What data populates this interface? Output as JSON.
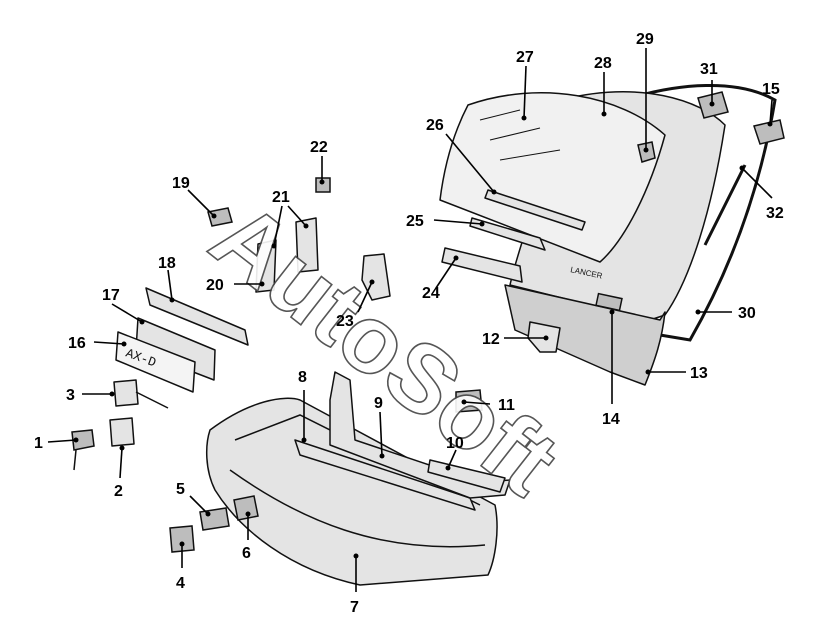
{
  "watermark": "AutoSoft",
  "plate_text": "AX-D",
  "model_badge": "LANCER",
  "callouts": {
    "c1": "1",
    "c2": "2",
    "c3": "3",
    "c4": "4",
    "c5": "5",
    "c6": "6",
    "c7": "7",
    "c8": "8",
    "c9": "9",
    "c10": "10",
    "c11": "11",
    "c12": "12",
    "c13": "13",
    "c14": "14",
    "c15": "15",
    "c16": "16",
    "c17": "17",
    "c18": "18",
    "c19": "19",
    "c20": "20",
    "c21": "21",
    "c22": "22",
    "c23": "23",
    "c24": "24",
    "c25": "25",
    "c26": "26",
    "c27": "27",
    "c28": "28",
    "c29": "29",
    "c30": "30",
    "c31": "31",
    "c32": "32"
  }
}
